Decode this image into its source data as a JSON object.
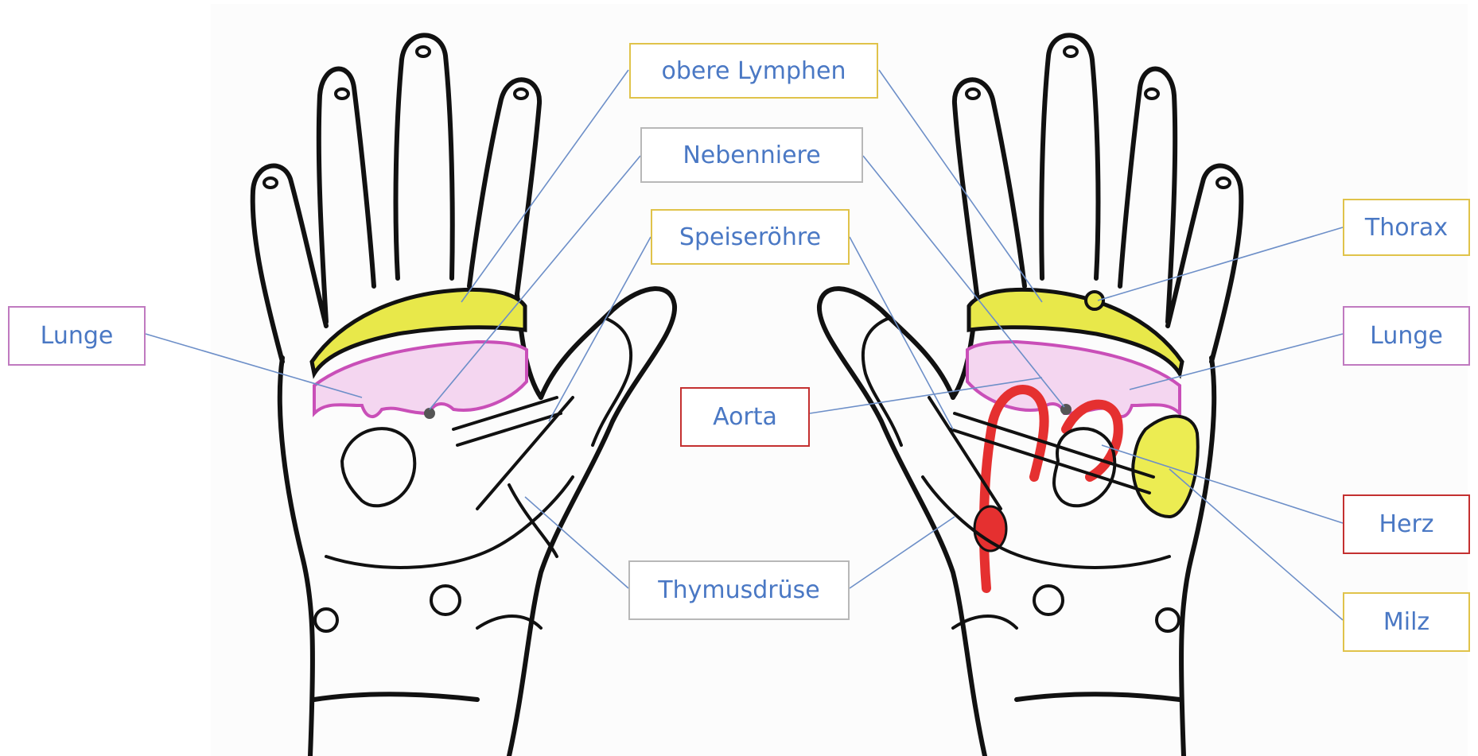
{
  "colors": {
    "lymph_yellow": "#e8e84a",
    "lung_pink": "#f4d6f0",
    "lung_border": "#c94fb8",
    "aorta_red": "#e53030",
    "spleen_yellow": "#ecec52",
    "leader_line": "#6d8fc8",
    "text_blue": "#4a78c4",
    "border_yellow": "#e0c34a",
    "border_purple": "#c07ac0",
    "border_red": "#c43030",
    "border_gray": "#b8b8b8"
  },
  "labels": {
    "obere_lymphen": "obere Lymphen",
    "nebenniere": "Nebenniere",
    "speiseroehre": "Speiseröhre",
    "lunge_left": "Lunge",
    "aorta": "Aorta",
    "thymusdruese": "Thymusdrüse",
    "thorax": "Thorax",
    "lunge_right": "Lunge",
    "herz": "Herz",
    "milz": "Milz"
  }
}
